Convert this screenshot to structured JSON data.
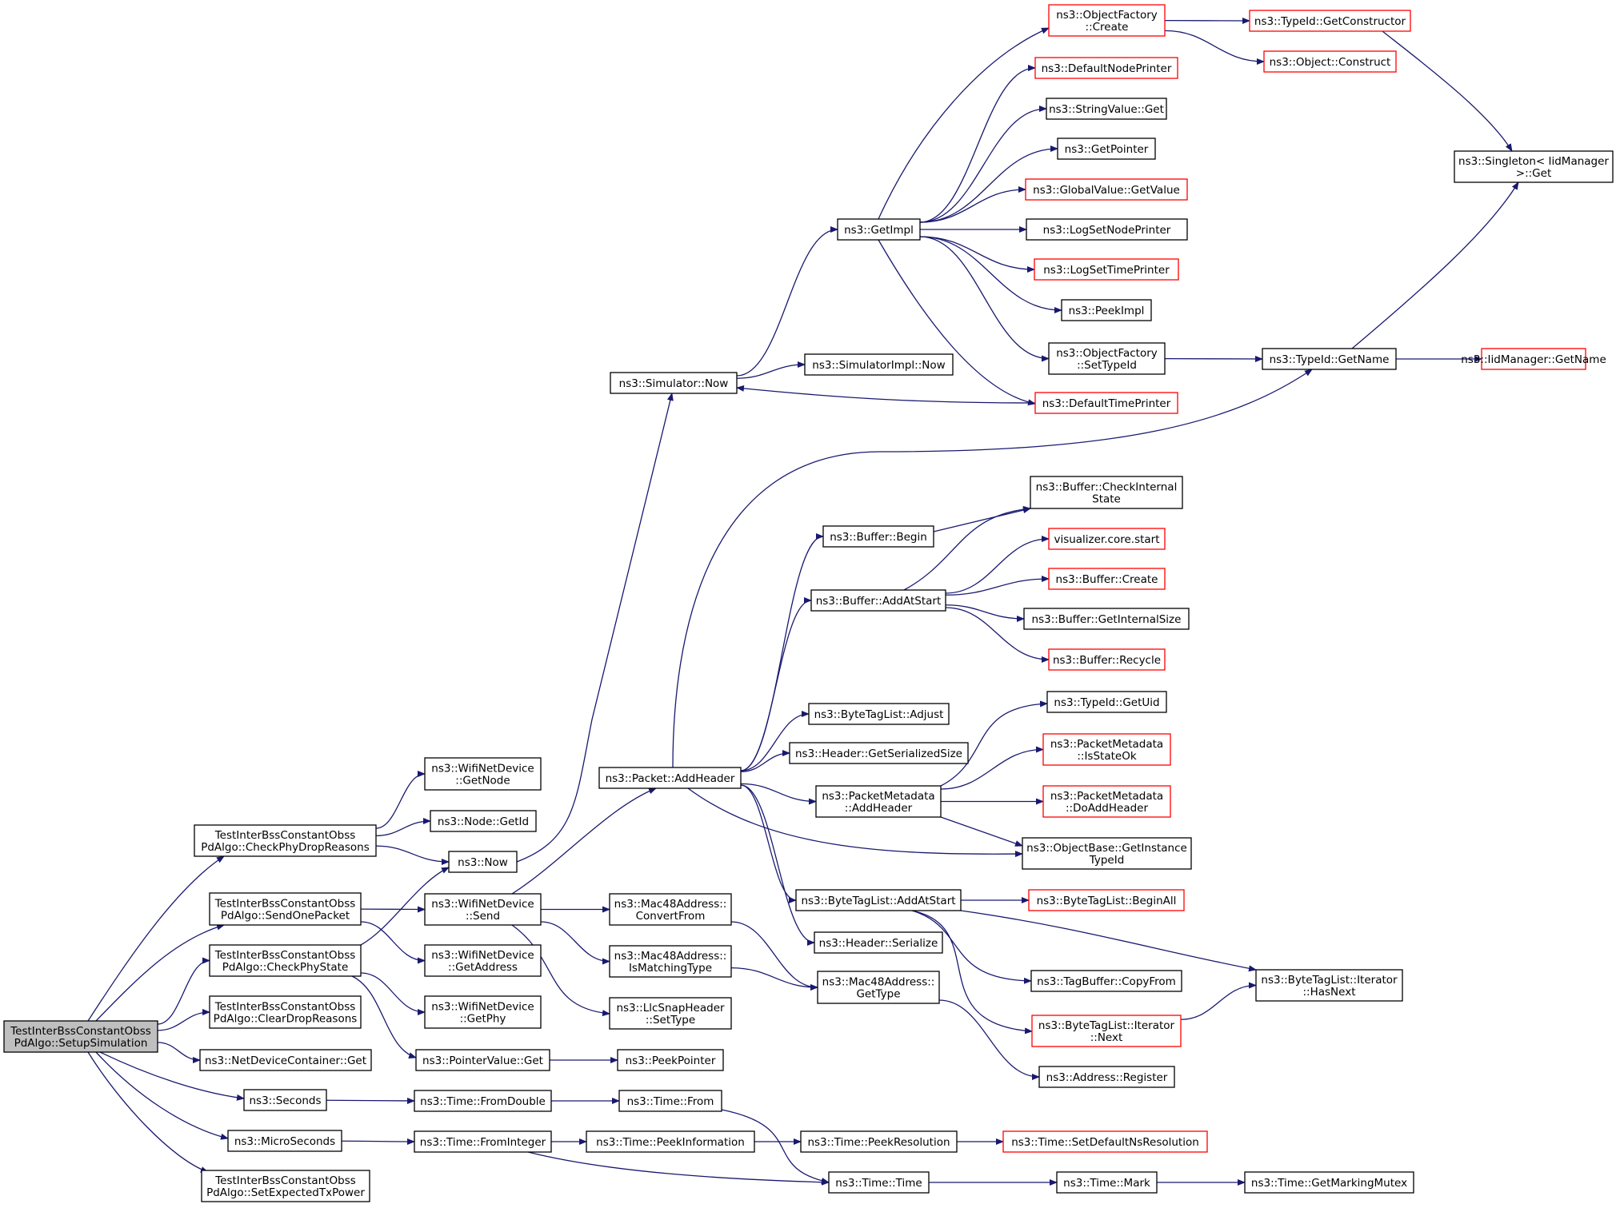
{
  "colors": {
    "edge": "#191970",
    "border_default": "#000000",
    "border_truncated": "#ff0000",
    "root_fill": "#bfbfbf",
    "node_fill": "#ffffff"
  },
  "nodes": [
    {
      "id": "root",
      "lines": [
        "TestInterBssConstantObss",
        "PdAlgo::SetupSimulation"
      ],
      "kind": "root"
    },
    {
      "id": "checkPhyDrop",
      "lines": [
        "TestInterBssConstantObss",
        "PdAlgo::CheckPhyDropReasons"
      ],
      "kind": "normal"
    },
    {
      "id": "sendOnePacket",
      "lines": [
        "TestInterBssConstantObss",
        "PdAlgo::SendOnePacket"
      ],
      "kind": "normal"
    },
    {
      "id": "checkPhyState",
      "lines": [
        "TestInterBssConstantObss",
        "PdAlgo::CheckPhyState"
      ],
      "kind": "normal"
    },
    {
      "id": "clearDrop",
      "lines": [
        "TestInterBssConstantObss",
        "PdAlgo::ClearDropReasons"
      ],
      "kind": "normal"
    },
    {
      "id": "ndcGet",
      "lines": [
        "ns3::NetDeviceContainer::Get"
      ],
      "kind": "normal"
    },
    {
      "id": "seconds",
      "lines": [
        "ns3::Seconds"
      ],
      "kind": "normal"
    },
    {
      "id": "microSeconds",
      "lines": [
        "ns3::MicroSeconds"
      ],
      "kind": "normal"
    },
    {
      "id": "setExpectedTx",
      "lines": [
        "TestInterBssConstantObss",
        "PdAlgo::SetExpectedTxPower"
      ],
      "kind": "normal"
    },
    {
      "id": "wndGetNode",
      "lines": [
        "ns3::WifiNetDevice",
        "::GetNode"
      ],
      "kind": "normal"
    },
    {
      "id": "nodeGetId",
      "lines": [
        "ns3::Node::GetId"
      ],
      "kind": "normal"
    },
    {
      "id": "now",
      "lines": [
        "ns3::Now"
      ],
      "kind": "normal"
    },
    {
      "id": "wndSend",
      "lines": [
        "ns3::WifiNetDevice",
        "::Send"
      ],
      "kind": "normal"
    },
    {
      "id": "wndGetAddress",
      "lines": [
        "ns3::WifiNetDevice",
        "::GetAddress"
      ],
      "kind": "normal"
    },
    {
      "id": "wndGetPhy",
      "lines": [
        "ns3::WifiNetDevice",
        "::GetPhy"
      ],
      "kind": "normal"
    },
    {
      "id": "pvGet",
      "lines": [
        "ns3::PointerValue::Get"
      ],
      "kind": "normal"
    },
    {
      "id": "fromDouble",
      "lines": [
        "ns3::Time::FromDouble"
      ],
      "kind": "normal"
    },
    {
      "id": "fromInteger",
      "lines": [
        "ns3::Time::FromInteger"
      ],
      "kind": "normal"
    },
    {
      "id": "simNow",
      "lines": [
        "ns3::Simulator::Now"
      ],
      "kind": "normal"
    },
    {
      "id": "pktAddHeader",
      "lines": [
        "ns3::Packet::AddHeader"
      ],
      "kind": "normal"
    },
    {
      "id": "macConvertFrom",
      "lines": [
        "ns3::Mac48Address::",
        "ConvertFrom"
      ],
      "kind": "normal"
    },
    {
      "id": "macIsMatching",
      "lines": [
        "ns3::Mac48Address::",
        "IsMatchingType"
      ],
      "kind": "normal"
    },
    {
      "id": "llcSetType",
      "lines": [
        "ns3::LlcSnapHeader",
        "::SetType"
      ],
      "kind": "normal"
    },
    {
      "id": "peekPointer",
      "lines": [
        "ns3::PeekPointer"
      ],
      "kind": "normal"
    },
    {
      "id": "timeFrom",
      "lines": [
        "ns3::Time::From"
      ],
      "kind": "normal"
    },
    {
      "id": "peekInfo",
      "lines": [
        "ns3::Time::PeekInformation"
      ],
      "kind": "normal"
    },
    {
      "id": "getImpl",
      "lines": [
        "ns3::GetImpl"
      ],
      "kind": "normal"
    },
    {
      "id": "simImplNow",
      "lines": [
        "ns3::SimulatorImpl::Now"
      ],
      "kind": "normal"
    },
    {
      "id": "bufBegin",
      "lines": [
        "ns3::Buffer::Begin"
      ],
      "kind": "normal"
    },
    {
      "id": "bufAddAtStart",
      "lines": [
        "ns3::Buffer::AddAtStart"
      ],
      "kind": "normal"
    },
    {
      "id": "btlAdjust",
      "lines": [
        "ns3::ByteTagList::Adjust"
      ],
      "kind": "normal"
    },
    {
      "id": "hdrGetSerSize",
      "lines": [
        "ns3::Header::GetSerializedSize"
      ],
      "kind": "normal"
    },
    {
      "id": "pmAddHeader",
      "lines": [
        "ns3::PacketMetadata",
        "::AddHeader"
      ],
      "kind": "normal"
    },
    {
      "id": "btlAddAtStart",
      "lines": [
        "ns3::ByteTagList::AddAtStart"
      ],
      "kind": "normal"
    },
    {
      "id": "hdrSerialize",
      "lines": [
        "ns3::Header::Serialize"
      ],
      "kind": "normal"
    },
    {
      "id": "macGetType",
      "lines": [
        "ns3::Mac48Address::",
        "GetType"
      ],
      "kind": "normal"
    },
    {
      "id": "peekResolution",
      "lines": [
        "ns3::Time::PeekResolution"
      ],
      "kind": "normal"
    },
    {
      "id": "timeTime",
      "lines": [
        "ns3::Time::Time"
      ],
      "kind": "normal"
    },
    {
      "id": "ofCreate",
      "lines": [
        "ns3::ObjectFactory",
        "::Create"
      ],
      "kind": "truncated"
    },
    {
      "id": "defNodePrinter",
      "lines": [
        "ns3::DefaultNodePrinter"
      ],
      "kind": "truncated"
    },
    {
      "id": "svGet",
      "lines": [
        "ns3::StringValue::Get"
      ],
      "kind": "normal"
    },
    {
      "id": "getPointer",
      "lines": [
        "ns3::GetPointer"
      ],
      "kind": "normal"
    },
    {
      "id": "gvGetValue",
      "lines": [
        "ns3::GlobalValue::GetValue"
      ],
      "kind": "truncated"
    },
    {
      "id": "logSetNodePrinter",
      "lines": [
        "ns3::LogSetNodePrinter"
      ],
      "kind": "normal"
    },
    {
      "id": "logSetTimePrinter",
      "lines": [
        "ns3::LogSetTimePrinter"
      ],
      "kind": "truncated"
    },
    {
      "id": "peekImpl",
      "lines": [
        "ns3::PeekImpl"
      ],
      "kind": "normal"
    },
    {
      "id": "ofSetTypeId",
      "lines": [
        "ns3::ObjectFactory",
        "::SetTypeId"
      ],
      "kind": "normal"
    },
    {
      "id": "defTimePrinter",
      "lines": [
        "ns3::DefaultTimePrinter"
      ],
      "kind": "truncated"
    },
    {
      "id": "bufCheckInternal",
      "lines": [
        "ns3::Buffer::CheckInternal",
        "State"
      ],
      "kind": "normal"
    },
    {
      "id": "vizStart",
      "lines": [
        "visualizer.core.start"
      ],
      "kind": "truncated"
    },
    {
      "id": "bufCreate",
      "lines": [
        "ns3::Buffer::Create"
      ],
      "kind": "truncated"
    },
    {
      "id": "bufGetInternalSize",
      "lines": [
        "ns3::Buffer::GetInternalSize"
      ],
      "kind": "normal"
    },
    {
      "id": "bufRecycle",
      "lines": [
        "ns3::Buffer::Recycle"
      ],
      "kind": "truncated"
    },
    {
      "id": "tidGetUid",
      "lines": [
        "ns3::TypeId::GetUid"
      ],
      "kind": "normal"
    },
    {
      "id": "pmIsStateOk",
      "lines": [
        "ns3::PacketMetadata",
        "::IsStateOk"
      ],
      "kind": "truncated"
    },
    {
      "id": "pmDoAddHeader",
      "lines": [
        "ns3::PacketMetadata",
        "::DoAddHeader"
      ],
      "kind": "truncated"
    },
    {
      "id": "obGetInstTid",
      "lines": [
        "ns3::ObjectBase::GetInstance",
        "TypeId"
      ],
      "kind": "normal"
    },
    {
      "id": "btlBeginAll",
      "lines": [
        "ns3::ByteTagList::BeginAll"
      ],
      "kind": "truncated"
    },
    {
      "id": "tbCopyFrom",
      "lines": [
        "ns3::TagBuffer::CopyFrom"
      ],
      "kind": "normal"
    },
    {
      "id": "btlIterNext",
      "lines": [
        "ns3::ByteTagList::Iterator",
        "::Next"
      ],
      "kind": "truncated"
    },
    {
      "id": "addrRegister",
      "lines": [
        "ns3::Address::Register"
      ],
      "kind": "normal"
    },
    {
      "id": "setDefNsRes",
      "lines": [
        "ns3::Time::SetDefaultNsResolution"
      ],
      "kind": "truncated"
    },
    {
      "id": "timeMark",
      "lines": [
        "ns3::Time::Mark"
      ],
      "kind": "normal"
    },
    {
      "id": "tidGetConstructor",
      "lines": [
        "ns3::TypeId::GetConstructor"
      ],
      "kind": "truncated"
    },
    {
      "id": "objConstruct",
      "lines": [
        "ns3::Object::Construct"
      ],
      "kind": "truncated"
    },
    {
      "id": "tidGetName",
      "lines": [
        "ns3::TypeId::GetName"
      ],
      "kind": "normal"
    },
    {
      "id": "btlIterHasNext",
      "lines": [
        "ns3::ByteTagList::Iterator",
        "::HasNext"
      ],
      "kind": "normal"
    },
    {
      "id": "getMarkingMutex",
      "lines": [
        "ns3::Time::GetMarkingMutex"
      ],
      "kind": "normal"
    },
    {
      "id": "singletonGet",
      "lines": [
        "ns3::Singleton< IidManager",
        " >::Get"
      ],
      "kind": "normal"
    },
    {
      "id": "iidGetName",
      "lines": [
        "ns3::IidManager::GetName"
      ],
      "kind": "truncated"
    }
  ],
  "edges": [
    [
      "root",
      "checkPhyDrop"
    ],
    [
      "root",
      "sendOnePacket"
    ],
    [
      "root",
      "checkPhyState"
    ],
    [
      "root",
      "clearDrop"
    ],
    [
      "root",
      "ndcGet"
    ],
    [
      "root",
      "seconds"
    ],
    [
      "root",
      "microSeconds"
    ],
    [
      "root",
      "setExpectedTx"
    ],
    [
      "checkPhyDrop",
      "wndGetNode"
    ],
    [
      "checkPhyDrop",
      "nodeGetId"
    ],
    [
      "checkPhyDrop",
      "now"
    ],
    [
      "sendOnePacket",
      "wndSend"
    ],
    [
      "sendOnePacket",
      "wndGetAddress"
    ],
    [
      "checkPhyState",
      "now"
    ],
    [
      "checkPhyState",
      "wndGetPhy"
    ],
    [
      "checkPhyState",
      "pvGet"
    ],
    [
      "seconds",
      "fromDouble"
    ],
    [
      "microSeconds",
      "fromInteger"
    ],
    [
      "now",
      "simNow"
    ],
    [
      "wndSend",
      "pktAddHeader"
    ],
    [
      "wndSend",
      "macConvertFrom"
    ],
    [
      "wndSend",
      "macIsMatching"
    ],
    [
      "wndSend",
      "llcSetType"
    ],
    [
      "pvGet",
      "peekPointer"
    ],
    [
      "fromDouble",
      "timeFrom"
    ],
    [
      "fromInteger",
      "peekInfo"
    ],
    [
      "fromInteger",
      "timeTime"
    ],
    [
      "simNow",
      "getImpl"
    ],
    [
      "simNow",
      "simImplNow"
    ],
    [
      "pktAddHeader",
      "tidGetName"
    ],
    [
      "pktAddHeader",
      "bufBegin"
    ],
    [
      "pktAddHeader",
      "bufAddAtStart"
    ],
    [
      "pktAddHeader",
      "btlAdjust"
    ],
    [
      "pktAddHeader",
      "hdrGetSerSize"
    ],
    [
      "pktAddHeader",
      "pmAddHeader"
    ],
    [
      "pktAddHeader",
      "obGetInstTid"
    ],
    [
      "pktAddHeader",
      "btlAddAtStart"
    ],
    [
      "pktAddHeader",
      "hdrSerialize"
    ],
    [
      "macConvertFrom",
      "macGetType"
    ],
    [
      "macIsMatching",
      "macGetType"
    ],
    [
      "timeFrom",
      "timeTime"
    ],
    [
      "peekInfo",
      "peekResolution"
    ],
    [
      "getImpl",
      "ofCreate"
    ],
    [
      "getImpl",
      "defNodePrinter"
    ],
    [
      "getImpl",
      "svGet"
    ],
    [
      "getImpl",
      "getPointer"
    ],
    [
      "getImpl",
      "gvGetValue"
    ],
    [
      "getImpl",
      "logSetNodePrinter"
    ],
    [
      "getImpl",
      "logSetTimePrinter"
    ],
    [
      "getImpl",
      "peekImpl"
    ],
    [
      "getImpl",
      "ofSetTypeId"
    ],
    [
      "getImpl",
      "defTimePrinter"
    ],
    [
      "defTimePrinter",
      "simNow"
    ],
    [
      "bufBegin",
      "bufCheckInternal"
    ],
    [
      "bufAddAtStart",
      "bufCheckInternal"
    ],
    [
      "bufAddAtStart",
      "vizStart"
    ],
    [
      "bufAddAtStart",
      "bufCreate"
    ],
    [
      "bufAddAtStart",
      "bufGetInternalSize"
    ],
    [
      "bufAddAtStart",
      "bufRecycle"
    ],
    [
      "pmAddHeader",
      "tidGetUid"
    ],
    [
      "pmAddHeader",
      "pmIsStateOk"
    ],
    [
      "pmAddHeader",
      "pmDoAddHeader"
    ],
    [
      "pmAddHeader",
      "obGetInstTid"
    ],
    [
      "btlAddAtStart",
      "btlBeginAll"
    ],
    [
      "btlAddAtStart",
      "tbCopyFrom"
    ],
    [
      "btlAddAtStart",
      "btlIterNext"
    ],
    [
      "btlAddAtStart",
      "btlIterHasNext"
    ],
    [
      "macGetType",
      "addrRegister"
    ],
    [
      "peekResolution",
      "setDefNsRes"
    ],
    [
      "timeTime",
      "timeMark"
    ],
    [
      "ofCreate",
      "tidGetConstructor"
    ],
    [
      "ofCreate",
      "objConstruct"
    ],
    [
      "ofSetTypeId",
      "tidGetName"
    ],
    [
      "btlIterNext",
      "btlIterHasNext"
    ],
    [
      "timeMark",
      "getMarkingMutex"
    ],
    [
      "tidGetConstructor",
      "singletonGet"
    ],
    [
      "tidGetName",
      "singletonGet"
    ],
    [
      "tidGetName",
      "iidGetName"
    ]
  ]
}
